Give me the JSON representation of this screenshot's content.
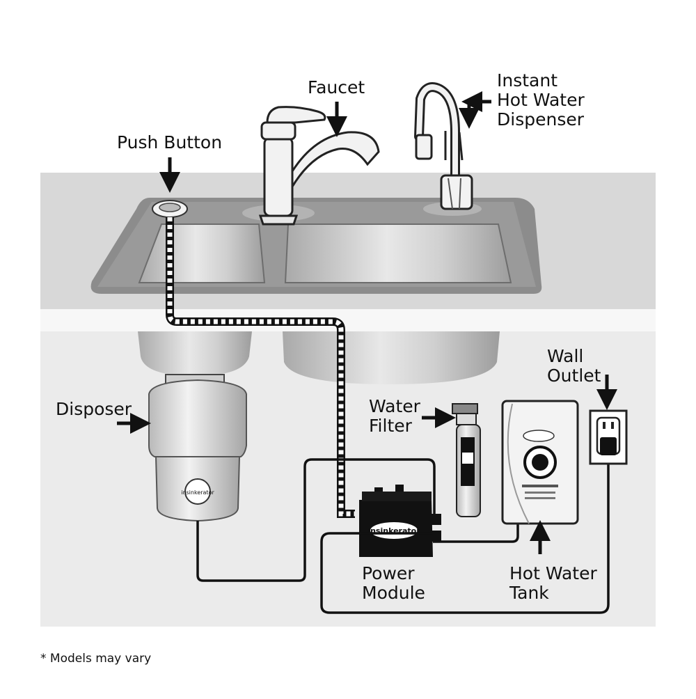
{
  "labels": {
    "push_button": "Push Button",
    "faucet": "Faucet",
    "hot_dispenser": [
      "Instant",
      "Hot Water",
      "Dispenser"
    ],
    "disposer": "Disposer",
    "water_filter": [
      "Water",
      "Filter"
    ],
    "wall_outlet": [
      "Wall",
      "Outlet"
    ],
    "power_module": [
      "Power",
      "Module"
    ],
    "hot_water_tank": [
      "Hot Water",
      "Tank"
    ]
  },
  "brand": "insinkerator",
  "footnote": "* Models may vary",
  "colors": {
    "counter": "#d9d9d9",
    "cabinet": "#ececec",
    "sink_metal": "#8f8f8f",
    "basin": "#b5b5b5",
    "line": "#111111"
  }
}
